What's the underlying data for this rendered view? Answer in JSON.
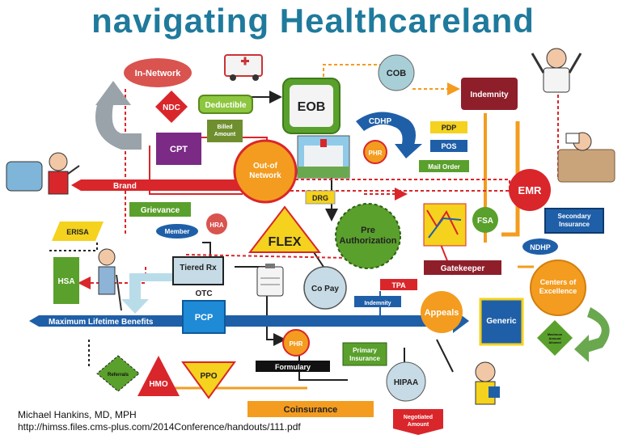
{
  "title": "navigating Healthcareland",
  "nodes": {
    "in_network": "In-Network",
    "cob": "COB",
    "eob": "EOB",
    "indemnity_top": "Indemnity",
    "ndc": "NDC",
    "deductible": "Deductible",
    "billed_amount": "Billed Amount",
    "cdhp": "CDHP",
    "pdp": "PDP",
    "pos": "POS",
    "mail_order": "Mail Order",
    "cpt": "CPT",
    "out_of_network": "Out-of Network",
    "phr_mid": "PHR",
    "brand": "Brand",
    "drg": "DRG",
    "emr": "EMR",
    "grievance": "Grievance",
    "hra": "HRA",
    "erisa": "ERISA",
    "member": "Member",
    "flex": "FLEX",
    "pre_authorization": "Pre Authorization",
    "fsa": "FSA",
    "secondary_insurance": "Secondary Insurance",
    "ndhp": "NDHP",
    "tiered_rx": "Tiered Rx",
    "hsa": "HSA",
    "gatekeeper": "Gatekeeper",
    "otc": "OTC",
    "copay": "Co Pay",
    "tpa": "TPA",
    "indemnity_small": "Indemnity",
    "centers_of_excellence": "Centers of Excellence",
    "pcp": "PCP",
    "appeals": "Appeals",
    "generic": "Generic",
    "maximum_lifetime_benefits": "Maximum Lifetime Benefits",
    "phr_low": "PHR",
    "primary_insurance": "Primary Insurance",
    "maximum_amount_allowed": "Maximum Amount Allowed",
    "formulary": "Formulary",
    "referrals": "Referrals",
    "hmo": "HMO",
    "ppo": "PPO",
    "hipaa": "HIPAA",
    "coinsurance": "Coinsurance",
    "negotiated_amount": "Negotiated Amount"
  },
  "credit": {
    "author": "Michael Hankins, MD, MPH",
    "url": "http://himss.files.cms-plus.com/2014Conference/handouts/111.pdf"
  },
  "colors": {
    "title": "#1f7a9c",
    "red": "#d9262b",
    "green": "#5aa02c",
    "blue": "#1f5fa8",
    "orange": "#f39c1f",
    "yellow": "#f4d21e",
    "purple": "#7b2a86",
    "gray": "#9aa3aa"
  }
}
